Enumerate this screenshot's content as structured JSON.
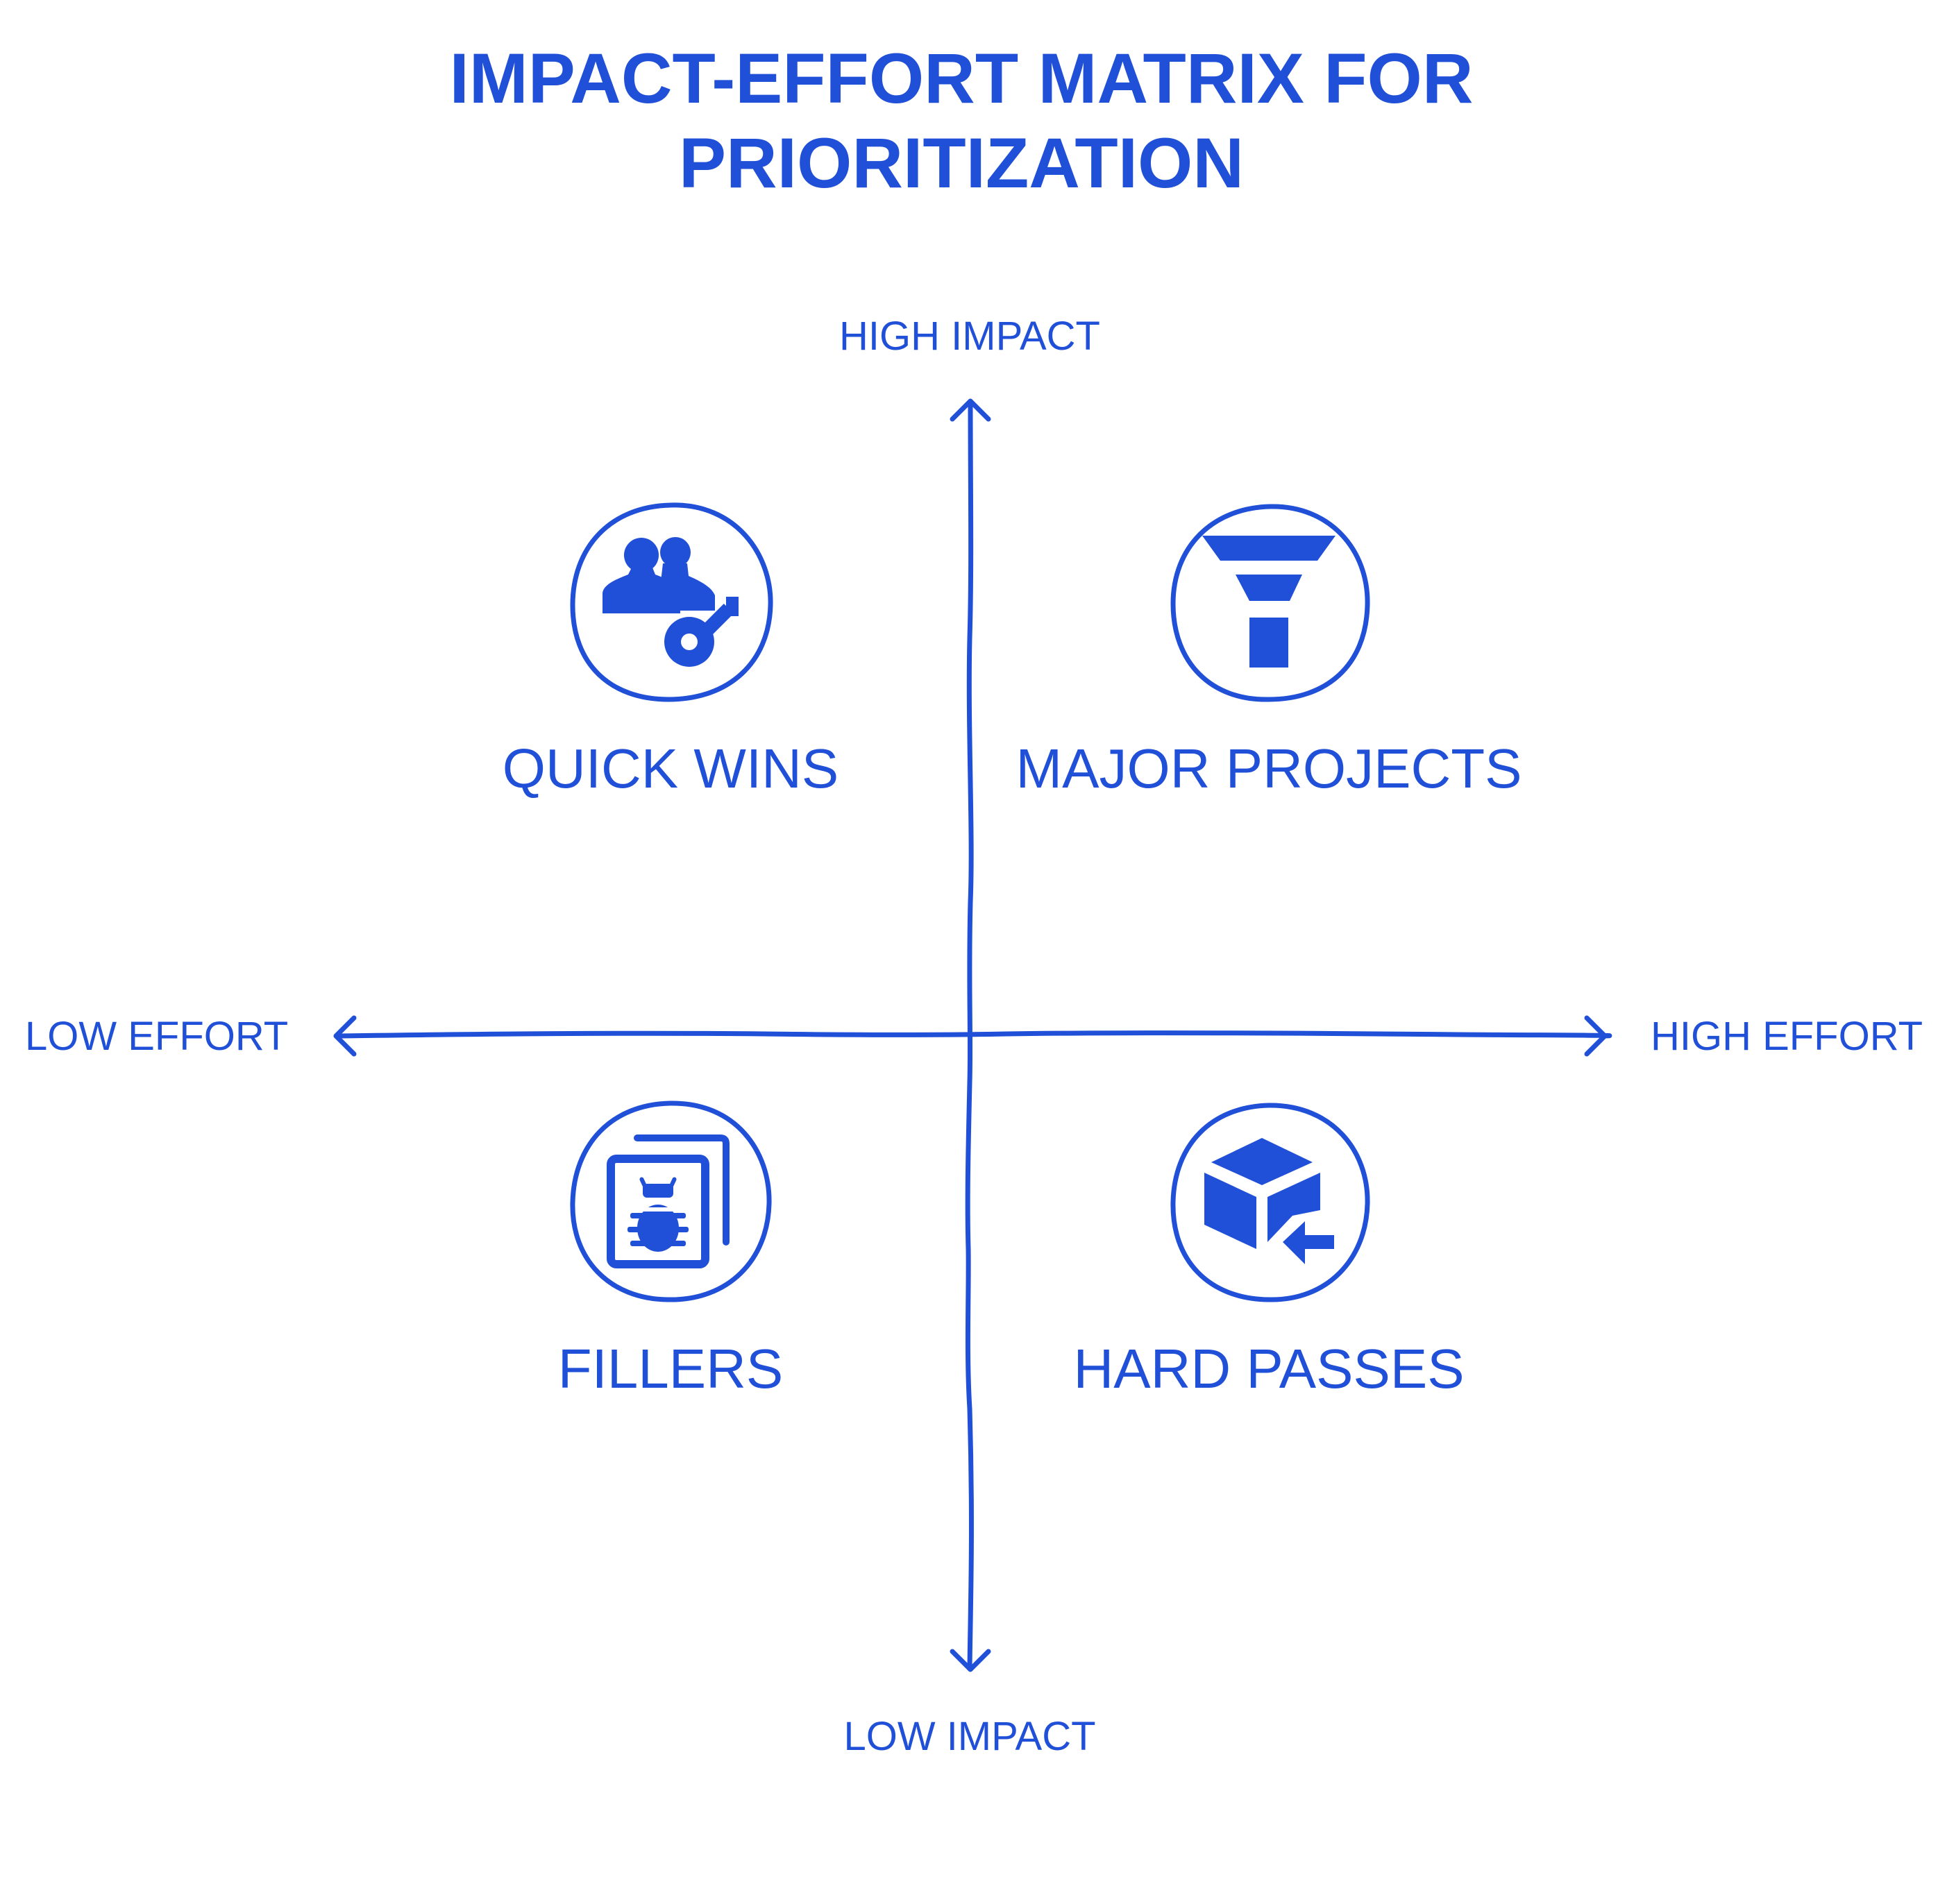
{
  "colors": {
    "accent": "#2150D8",
    "background": "#FFFFFF"
  },
  "title": {
    "line1": "IMPACT-EFFORT MATRIX FOR",
    "line2": "PRIORITIZATION"
  },
  "axes": {
    "top": "HIGH IMPACT",
    "bottom": "LOW IMPACT",
    "left": "LOW EFFORT",
    "right": "HIGH EFFORT"
  },
  "quadrants": [
    {
      "key": "top-left",
      "label": "QUICK WINS",
      "icon": "users-key-icon"
    },
    {
      "key": "top-right",
      "label": "MAJOR PROJECTS",
      "icon": "funnel-icon"
    },
    {
      "key": "bottom-left",
      "label": "FILLERS",
      "icon": "bug-document-icon"
    },
    {
      "key": "bottom-right",
      "label": "HARD PASSES",
      "icon": "box-return-icon"
    }
  ]
}
